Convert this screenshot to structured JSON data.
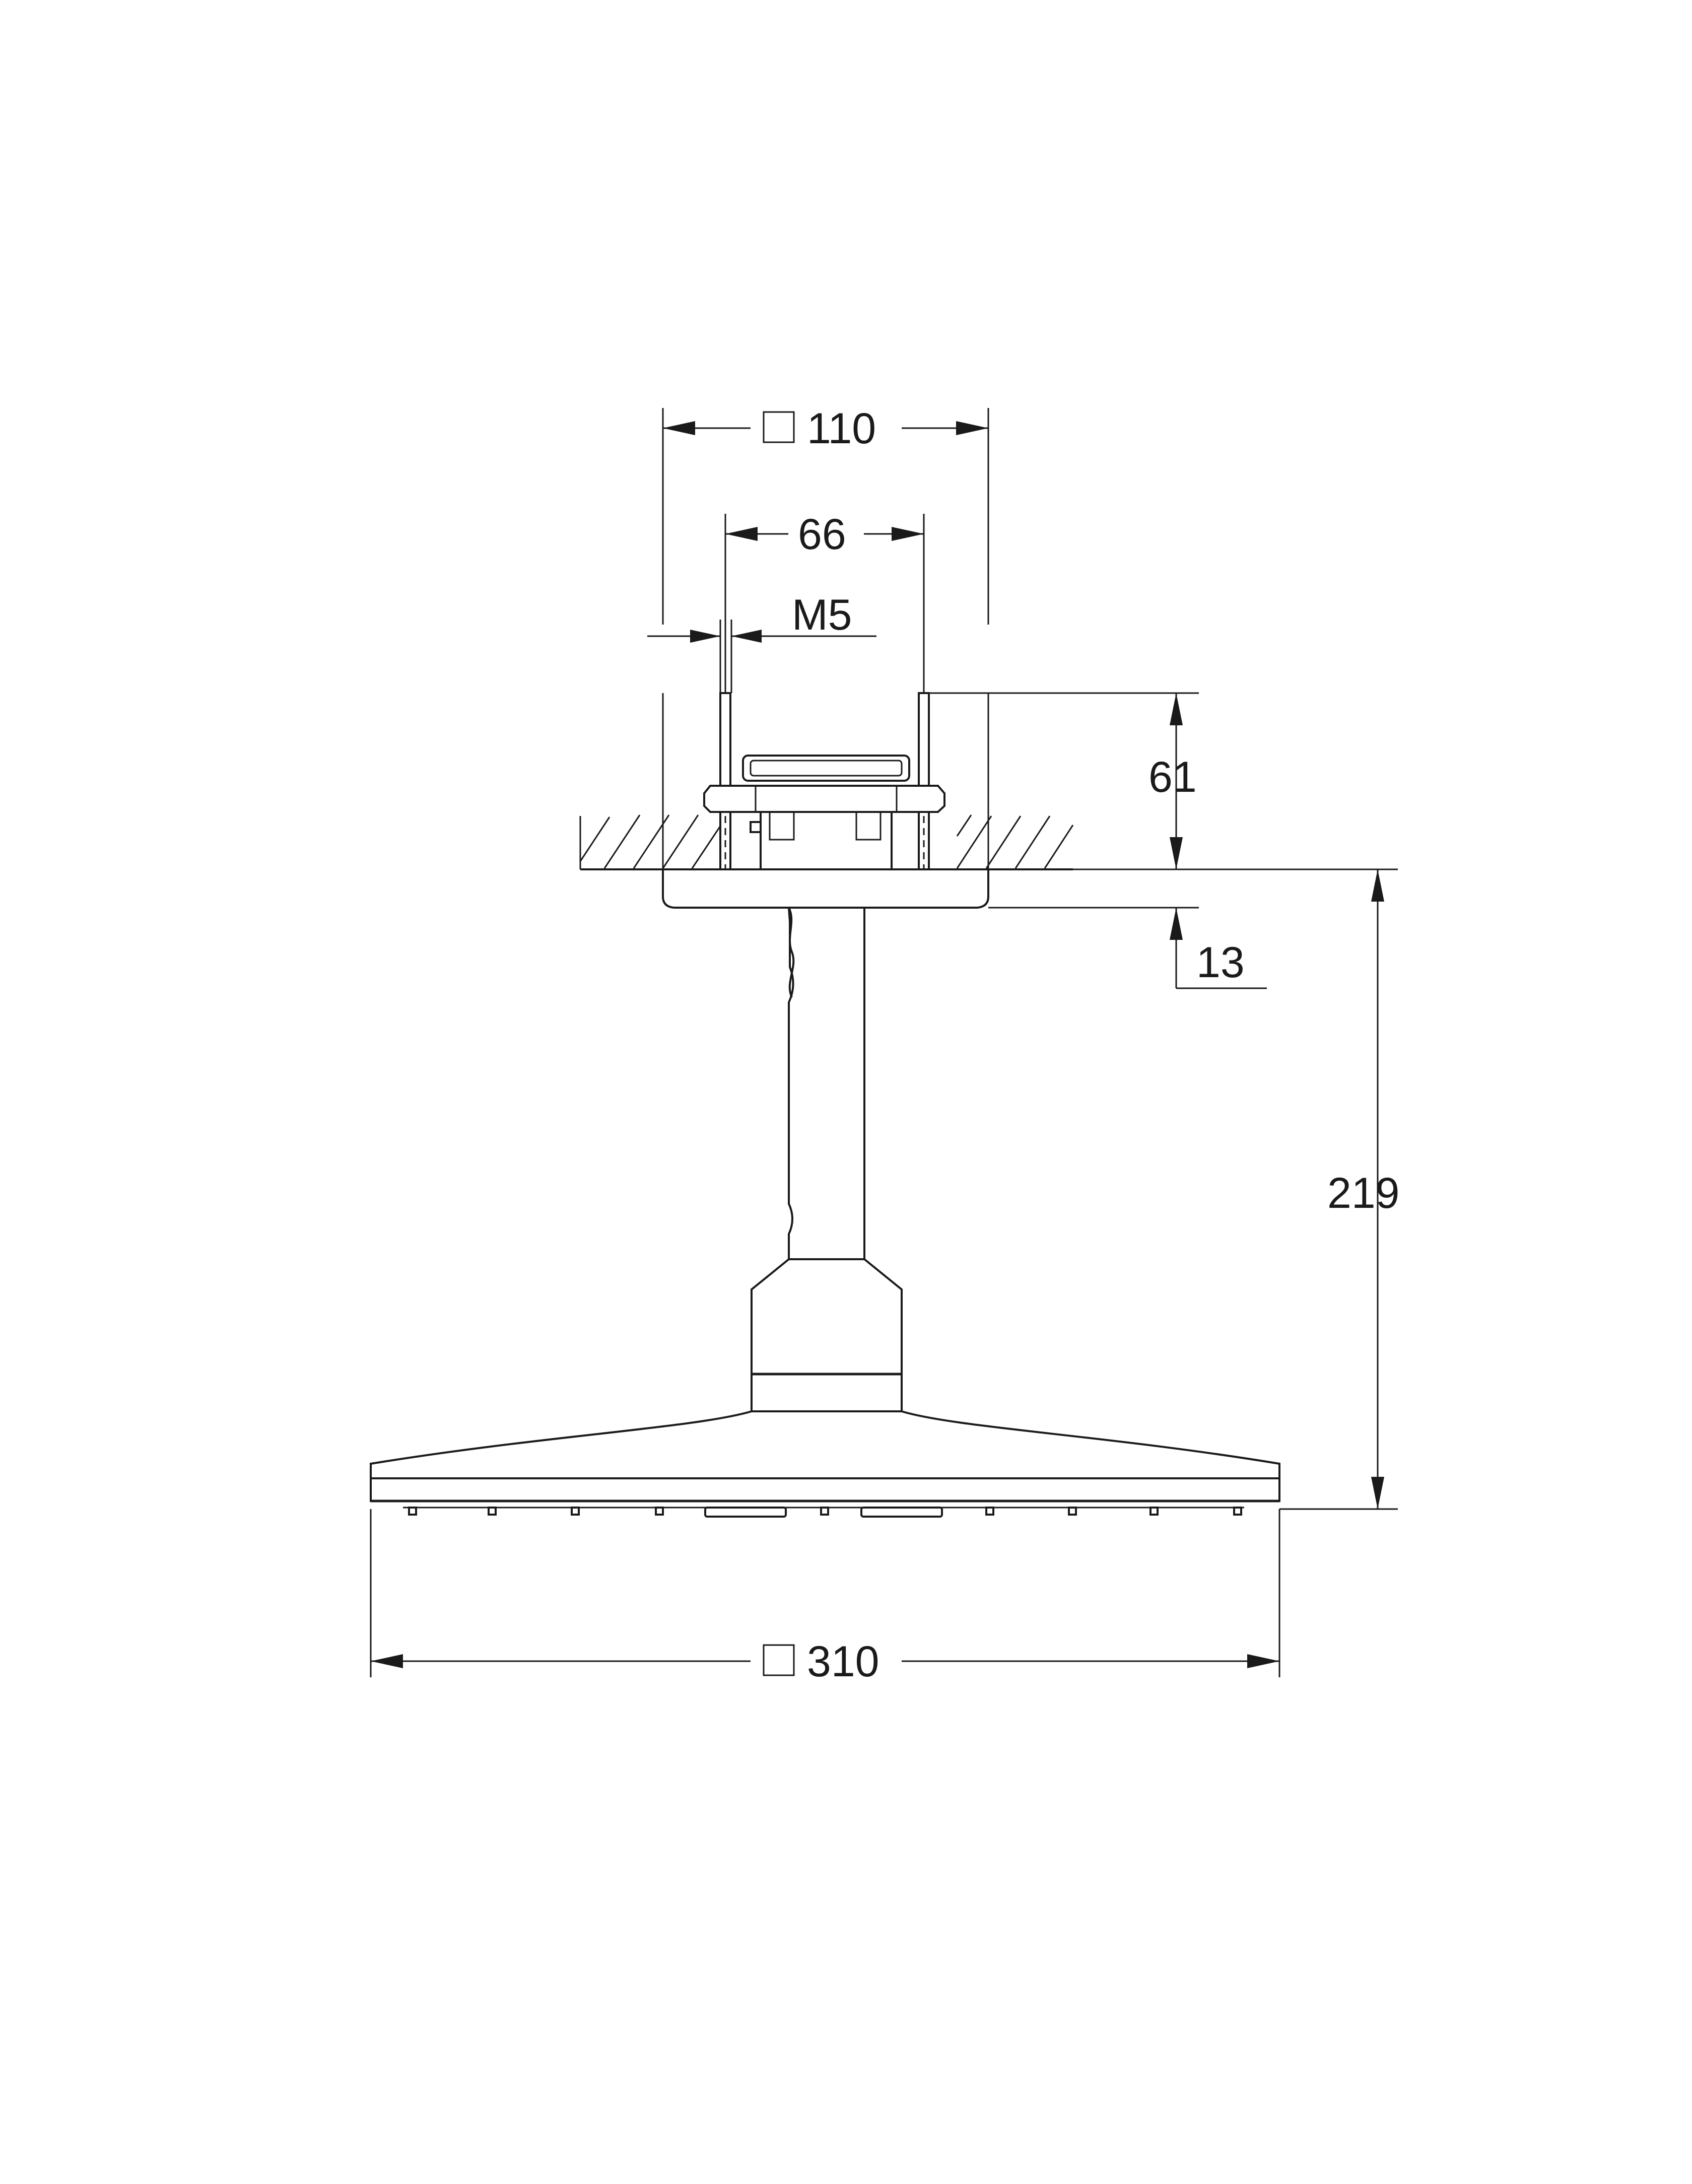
{
  "dimensions": {
    "square_110": "110",
    "width_66": "66",
    "thread_m5": "M5",
    "height_61": "61",
    "height_13": "13",
    "height_219": "219",
    "square_310": "310"
  },
  "symbols": {
    "square": "square-symbol"
  }
}
